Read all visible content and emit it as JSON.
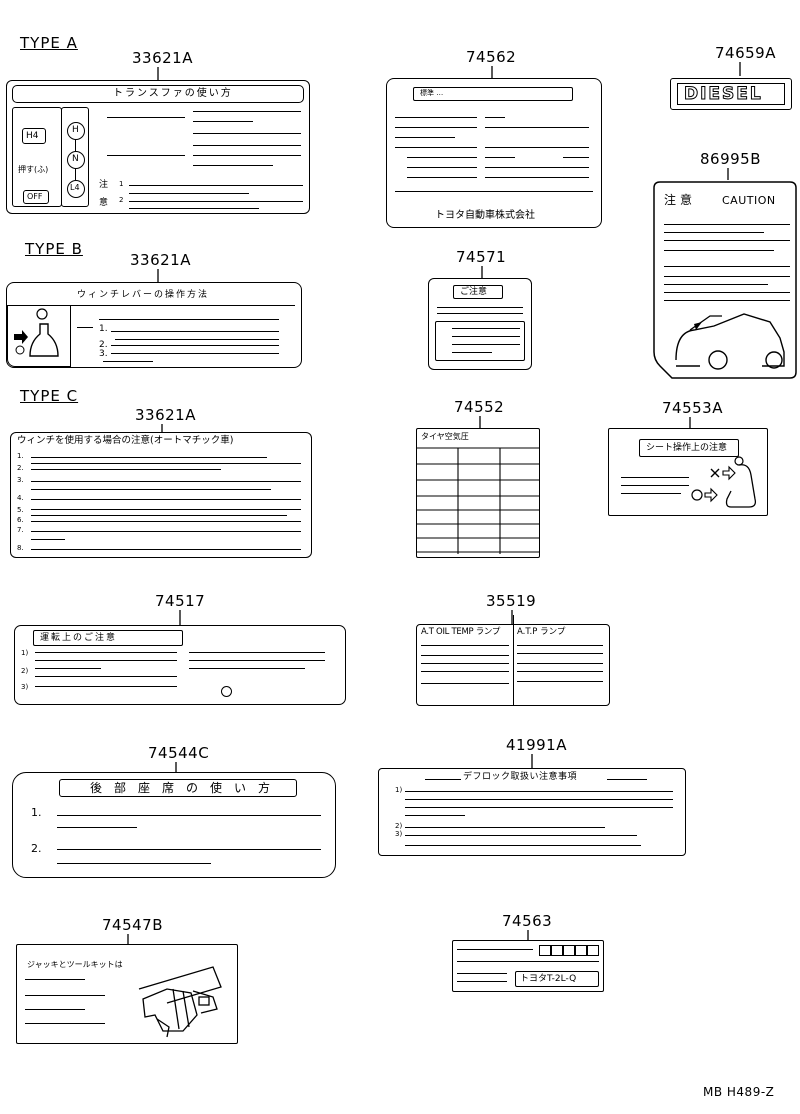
{
  "types": {
    "a": "TYPE A",
    "b": "TYPE B",
    "c": "TYPE C"
  },
  "parts": {
    "p33621A_a": "33621A",
    "p74562": "74562",
    "p74659A": "74659A",
    "p86995B": "86995B",
    "p33621A_b": "33621A",
    "p74571": "74571",
    "p33621A_c": "33621A",
    "p74552": "74552",
    "p74553A": "74553A",
    "p74517": "74517",
    "p35519": "35519",
    "p74544C": "74544C",
    "p41991A": "41991A",
    "p74547B": "74547B",
    "p74563": "74563"
  },
  "labels": {
    "l33621A_a": {
      "title": "トランスファの使い方",
      "h4": "H4",
      "push": "押す(ふ)",
      "off": "OFF",
      "h": "H",
      "n": "N",
      "l": "L4",
      "note1": "注",
      "note2": "意",
      "n1": "1",
      "n2": "2"
    },
    "l74562": {
      "title": "標準 …",
      "maker": "トヨタ自動車株式会社"
    },
    "l74659A": {
      "text": "DIESEL"
    },
    "l86995B": {
      "title_jp": "注意",
      "title_en": "CAUTION"
    },
    "l33621A_b": {
      "title": "ウィンチレバーの操作方法",
      "n1": "1.",
      "n2": "2.",
      "n3": "3."
    },
    "l74571": {
      "title": "ご注意"
    },
    "l33621A_c": {
      "title": "ウィンチを使用する場合の注意(オートマチック車)",
      "nums": [
        "1.",
        "2.",
        "3.",
        "4.",
        "5.",
        "6.",
        "7.",
        "8."
      ]
    },
    "l74552": {
      "title": "タイヤ空気圧"
    },
    "l74553A": {
      "title": "シート操作上の注意"
    },
    "l74517": {
      "title": "運転上のご注意",
      "n1": "1)",
      "n2": "2)",
      "n3": "3)"
    },
    "l35519": {
      "left": "A.T OIL TEMP ランプ",
      "right": "A.T.P ランプ"
    },
    "l74544C": {
      "title": "後部座席の使い方",
      "n1": "1.",
      "n2": "2."
    },
    "l41991A": {
      "title": "デフロック取扱い注意事項",
      "n1": "1)",
      "n2": "2)",
      "n3": "3)"
    },
    "l74547B": {
      "title": "ジャッキとツールキットは"
    },
    "l74563": {
      "code": "トヨタT-2L-Q"
    }
  },
  "footer": {
    "code": "MB H489-Z"
  }
}
